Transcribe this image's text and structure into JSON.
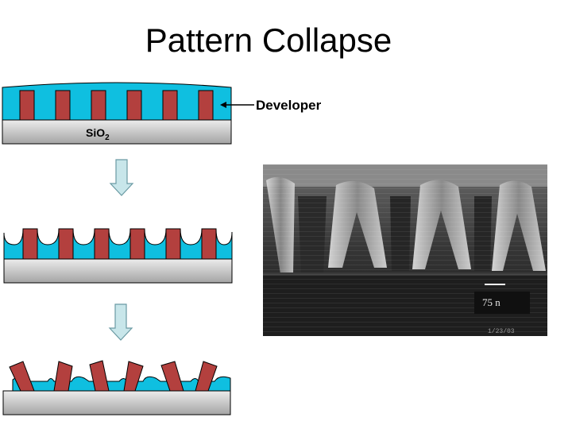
{
  "title": "Pattern Collapse",
  "developer_label": "Developer",
  "substrate": {
    "base": "SiO",
    "subscript": "2"
  },
  "sem": {
    "scale_text": "75 n",
    "stamp_text": "1/23/03"
  },
  "colors": {
    "developer_liquid": "#0fbfe0",
    "resist": "#b3403e",
    "substrate_top": "#e4e4e4",
    "substrate_bottom": "#a8a8a8",
    "arrow_fill": "#c8e6ea",
    "arrow_stroke": "#6a9aa3"
  },
  "stages": [
    {
      "name": "developer-immersion"
    },
    {
      "name": "drying-meniscus"
    },
    {
      "name": "collapsed-lines"
    }
  ]
}
